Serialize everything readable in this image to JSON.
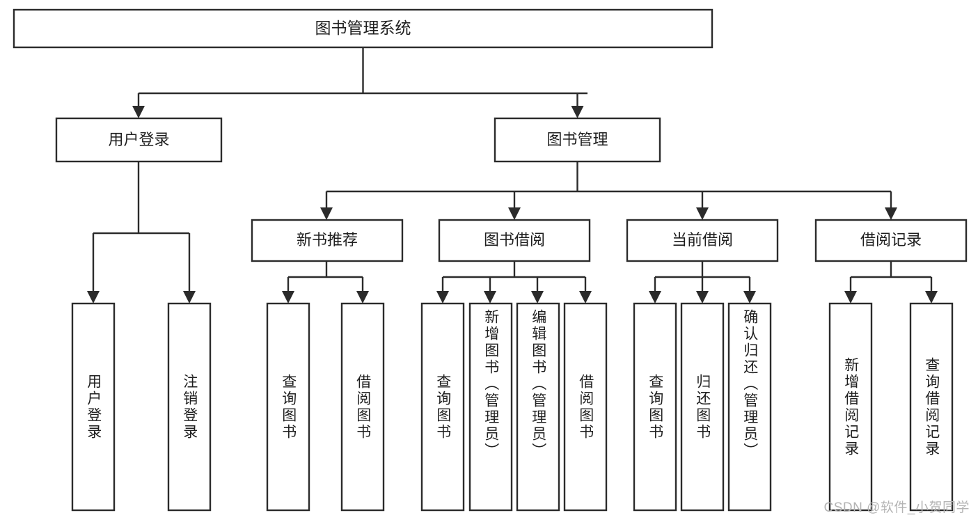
{
  "diagram": {
    "type": "tree-hierarchy",
    "title": "图书管理系统",
    "watermark": "CSDN @软件_小贺同学",
    "root": {
      "id": "root",
      "label": "图书管理系统",
      "level": 0
    },
    "level2": [
      {
        "id": "user-login",
        "label": "用户登录"
      },
      {
        "id": "book-manage",
        "label": "图书管理"
      }
    ],
    "level3": [
      {
        "id": "new-book-recommend",
        "label": "新书推荐",
        "parent": "book-manage"
      },
      {
        "id": "book-borrow",
        "label": "图书借阅",
        "parent": "book-manage"
      },
      {
        "id": "current-borrow",
        "label": "当前借阅",
        "parent": "book-manage"
      },
      {
        "id": "borrow-record",
        "label": "借阅记录",
        "parent": "book-manage"
      }
    ],
    "leaves": [
      {
        "id": "leaf-user-login",
        "label": "用户登录",
        "parent": "user-login"
      },
      {
        "id": "leaf-logout-login",
        "label": "注销登录",
        "parent": "user-login"
      },
      {
        "id": "leaf-query-book-1",
        "label": "查询图书",
        "parent": "new-book-recommend"
      },
      {
        "id": "leaf-borrow-book-1",
        "label": "借阅图书",
        "parent": "new-book-recommend"
      },
      {
        "id": "leaf-query-book-2",
        "label": "查询图书",
        "parent": "book-borrow"
      },
      {
        "id": "leaf-add-book",
        "label": "新增图书（管理员）",
        "parent": "book-borrow"
      },
      {
        "id": "leaf-edit-book",
        "label": "编辑图书（管理员）",
        "parent": "book-borrow"
      },
      {
        "id": "leaf-borrow-book-2",
        "label": "借阅图书",
        "parent": "book-borrow"
      },
      {
        "id": "leaf-query-book-3",
        "label": "查询图书",
        "parent": "current-borrow"
      },
      {
        "id": "leaf-return-book",
        "label": "归还图书",
        "parent": "current-borrow"
      },
      {
        "id": "leaf-confirm-return",
        "label": "确认归还（管理员）",
        "parent": "current-borrow"
      },
      {
        "id": "leaf-add-record",
        "label": "新增借阅记录",
        "parent": "borrow-record"
      },
      {
        "id": "leaf-query-record",
        "label": "查询借阅记录",
        "parent": "borrow-record"
      }
    ],
    "colors": {
      "stroke": "#2b2b2b",
      "fill": "#ffffff",
      "text": "#1f1f1f",
      "watermark": "#b4b4b4",
      "background": "#ffffff"
    }
  }
}
